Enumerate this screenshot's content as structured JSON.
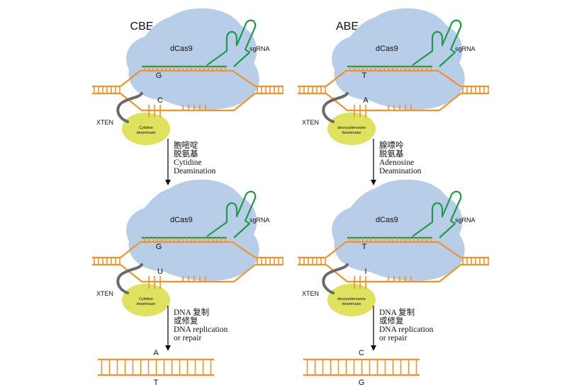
{
  "panels": [
    {
      "id": "cbe",
      "title": "CBE",
      "top": {
        "protein": "dCas9",
        "guide": "sgRNA",
        "linker": "XTEN",
        "enzyme": "Cytidine deaminase",
        "enzyme_lines": [
          "Cytidine",
          "deaminase"
        ],
        "base_upper": "G",
        "base_lower": "C"
      },
      "step1": [
        "胞嘧啶",
        "脱氨基",
        "Cytidine",
        "Deamination"
      ],
      "bottom": {
        "protein": "dCas9",
        "guide": "sgRNA",
        "linker": "XTEN",
        "enzyme": "Cytidine deaminase",
        "enzyme_lines": [
          "Cytidine",
          "deaminase"
        ],
        "base_upper": "G",
        "base_lower": "U"
      },
      "step2": [
        "DNA 复制",
        "或修复",
        "DNA replication",
        "or repair"
      ],
      "result": {
        "base_upper": "A",
        "base_lower": "T"
      }
    },
    {
      "id": "abe",
      "title": "ABE",
      "top": {
        "protein": "dCas9",
        "guide": "sgRNA",
        "linker": "XTEN",
        "enzyme": "deoxyadenosine deaminase",
        "enzyme_lines": [
          "deoxyadenosine",
          "deaminase"
        ],
        "base_upper": "T",
        "base_lower": "A"
      },
      "step1": [
        "腺嘌呤",
        "脱氨基",
        "Adenosine",
        "Deamination"
      ],
      "bottom": {
        "protein": "dCas9",
        "guide": "sgRNA",
        "linker": "XTEN",
        "enzyme": "deoxyadenosine deaminase",
        "enzyme_lines": [
          "deoxyadenosine",
          "deaminase"
        ],
        "base_upper": "T",
        "base_lower": "I"
      },
      "step2": [
        "DNA 复制",
        "或修复",
        "DNA replication",
        "or repair"
      ],
      "result": {
        "base_upper": "C",
        "base_lower": "G"
      }
    }
  ],
  "colors": {
    "dna": "#f0922e",
    "protein": "#b7cde8",
    "guide": "#1f9a4a",
    "enzyme": "#dfe25e",
    "linker": "#6a6a6a",
    "arrow": "#111111"
  }
}
